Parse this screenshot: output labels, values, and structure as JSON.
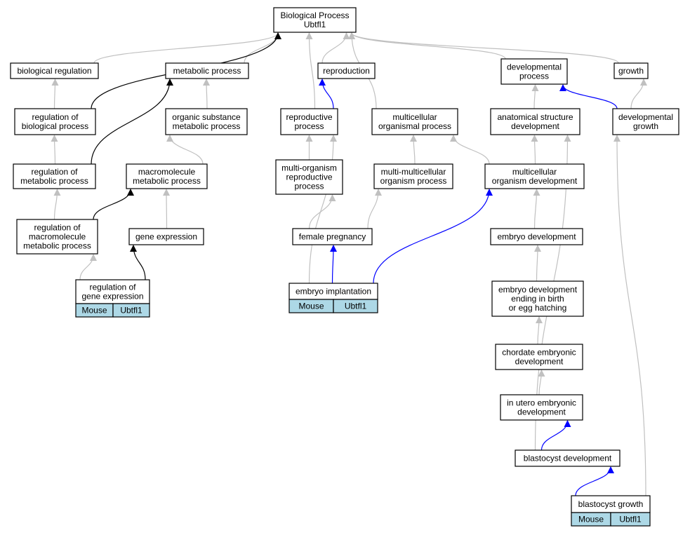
{
  "colors": {
    "edge_gray": "#c0c0c0",
    "edge_black": "#000000",
    "edge_blue": "#0000ff",
    "node_fill": "#ffffff",
    "table_fill": "#add8e6"
  },
  "nodes": {
    "bp": [
      "Biological Process",
      "Ubtfl1"
    ],
    "breg": [
      "biological regulation"
    ],
    "meta": [
      "metabolic process"
    ],
    "repro": [
      "reproduction"
    ],
    "devp": [
      "developmental",
      "process"
    ],
    "growth": [
      "growth"
    ],
    "regbio": [
      "regulation of",
      "biological process"
    ],
    "orgsub": [
      "organic substance",
      "metabolic process"
    ],
    "reprop": [
      "reproductive",
      "process"
    ],
    "multiorg": [
      "multicellular",
      "organismal process"
    ],
    "anat": [
      "anatomical structure",
      "development"
    ],
    "devgrowth": [
      "developmental",
      "growth"
    ],
    "regmeta": [
      "regulation of",
      "metabolic process"
    ],
    "macro": [
      "macromolecule",
      "metabolic process"
    ],
    "multirepro": [
      "multi-organism",
      "reproductive",
      "process"
    ],
    "mmorg": [
      "multi-multicellular",
      "organism process"
    ],
    "mcdev": [
      "multicellular",
      "organism development"
    ],
    "regmacro": [
      "regulation of",
      "macromolecule",
      "metabolic process"
    ],
    "geneexp": [
      "gene expression"
    ],
    "femp": [
      "female pregnancy"
    ],
    "embdev": [
      "embryo development"
    ],
    "reggene": [
      "regulation of",
      "gene expression"
    ],
    "embimp": [
      "embryo implantation"
    ],
    "embbirth": [
      "embryo development",
      "ending in birth",
      "or egg hatching"
    ],
    "chord": [
      "chordate embryonic",
      "development"
    ],
    "utero": [
      "in utero embryonic",
      "development"
    ],
    "blastdev": [
      "blastocyst development"
    ],
    "blastgrowth": [
      "blastocyst growth"
    ]
  },
  "annotations": {
    "reggene": [
      "Mouse",
      "Ubtfl1"
    ],
    "embimp": [
      "Mouse",
      "Ubtfl1"
    ],
    "blastgrowth": [
      "Mouse",
      "Ubtfl1"
    ]
  },
  "edges": [
    {
      "from": "breg",
      "to": "bp",
      "color": "gray"
    },
    {
      "from": "meta",
      "to": "bp",
      "color": "gray"
    },
    {
      "from": "repro",
      "to": "bp",
      "color": "gray"
    },
    {
      "from": "devp",
      "to": "bp",
      "color": "gray"
    },
    {
      "from": "growth",
      "to": "bp",
      "color": "gray"
    },
    {
      "from": "regbio",
      "to": "bp",
      "color": "black"
    },
    {
      "from": "reprop",
      "to": "bp",
      "color": "gray"
    },
    {
      "from": "multiorg",
      "to": "bp",
      "color": "gray"
    },
    {
      "from": "regbio",
      "to": "breg",
      "color": "gray"
    },
    {
      "from": "orgsub",
      "to": "meta",
      "color": "gray"
    },
    {
      "from": "regmeta",
      "to": "meta",
      "color": "black"
    },
    {
      "from": "reprop",
      "to": "repro",
      "color": "blue"
    },
    {
      "from": "anat",
      "to": "devp",
      "color": "gray"
    },
    {
      "from": "devgrowth",
      "to": "devp",
      "color": "blue"
    },
    {
      "from": "devgrowth",
      "to": "growth",
      "color": "gray"
    },
    {
      "from": "regmeta",
      "to": "regbio",
      "color": "gray"
    },
    {
      "from": "macro",
      "to": "orgsub",
      "color": "gray"
    },
    {
      "from": "multirepro",
      "to": "reprop",
      "color": "gray"
    },
    {
      "from": "embimp",
      "to": "reprop",
      "color": "gray"
    },
    {
      "from": "mmorg",
      "to": "multiorg",
      "color": "gray"
    },
    {
      "from": "mcdev",
      "to": "multiorg",
      "color": "gray"
    },
    {
      "from": "mcdev",
      "to": "anat",
      "color": "gray"
    },
    {
      "from": "blastdev",
      "to": "anat",
      "color": "gray"
    },
    {
      "from": "blastgrowth",
      "to": "devgrowth",
      "color": "gray"
    },
    {
      "from": "regmacro",
      "to": "regmeta",
      "color": "gray"
    },
    {
      "from": "regmacro",
      "to": "macro",
      "color": "black"
    },
    {
      "from": "geneexp",
      "to": "macro",
      "color": "gray"
    },
    {
      "from": "femp",
      "to": "multirepro",
      "color": "gray"
    },
    {
      "from": "femp",
      "to": "mmorg",
      "color": "gray"
    },
    {
      "from": "embdev",
      "to": "mcdev",
      "color": "gray"
    },
    {
      "from": "embimp",
      "to": "mcdev",
      "color": "blue"
    },
    {
      "from": "reggene",
      "to": "regmacro",
      "color": "gray"
    },
    {
      "from": "reggene",
      "to": "geneexp",
      "color": "black"
    },
    {
      "from": "embimp",
      "to": "femp",
      "color": "blue"
    },
    {
      "from": "embbirth",
      "to": "embdev",
      "color": "gray"
    },
    {
      "from": "chord",
      "to": "embbirth",
      "color": "gray"
    },
    {
      "from": "utero",
      "to": "chord",
      "color": "gray"
    },
    {
      "from": "blastdev",
      "to": "utero",
      "color": "blue"
    },
    {
      "from": "blastgrowth",
      "to": "blastdev",
      "color": "blue"
    }
  ]
}
